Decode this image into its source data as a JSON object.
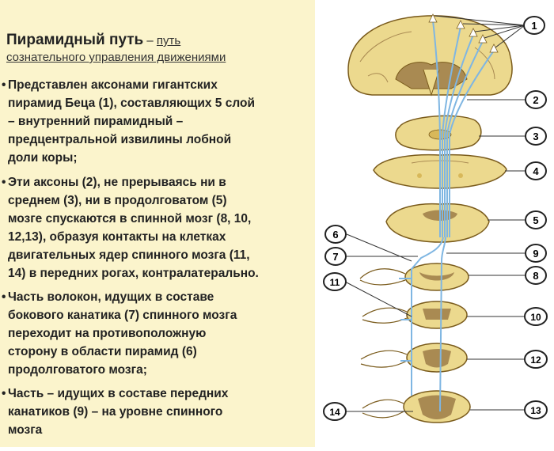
{
  "title": {
    "main": "Пирамидный путь",
    "dash": " – ",
    "sub_line1": "путь",
    "sub_line2": "сознательного управления движениями"
  },
  "bullets": [
    {
      "marker": "•",
      "lines": [
        "Представлен аксонами гигантских",
        "пирамид Беца (1), составляющих 5 слой",
        "–  внутренний пирамидный –",
        "предцентральной извилины лобной",
        "доли коры;"
      ]
    },
    {
      "marker": "•",
      "lines": [
        "Эти аксоны (2), не прерываясь ни в",
        "среднем (3), ни в продолговатом (5)",
        "мозге спускаются в спинной мозг (8, 10,",
        "12,13), образуя контакты на клетках",
        "двигательных ядер спинного мозга (11,",
        "14) в передних рогах, контралатерально."
      ]
    },
    {
      "marker": "•",
      "lines": [
        "Часть волокон, идущих в составе",
        "бокового канатика (7) спинного мозга",
        "переходит на противоположную",
        "сторону в области пирамид (6)",
        "продолговатого мозга;"
      ]
    },
    {
      "marker": "•",
      "lines": [
        "Часть – идущих в составе передних",
        "канатиков (9) – на уровне спинного",
        "мозга"
      ]
    }
  ],
  "labels": {
    "n1": "1",
    "n2": "2",
    "n3": "3",
    "n4": "4",
    "n5": "5",
    "n6": "6",
    "n7": "7",
    "n8": "8",
    "n9": "9",
    "n10": "10",
    "n11": "11",
    "n12": "12",
    "n13": "13",
    "n14": "14"
  },
  "colors": {
    "text_panel_bg": "#fbf4cc",
    "tissue": "#ecd98e",
    "tissue_dark": "#d8b85a",
    "outline": "#7a5b1c",
    "gray_matter": "#a98a52",
    "fiber": "#7fb6e2"
  }
}
